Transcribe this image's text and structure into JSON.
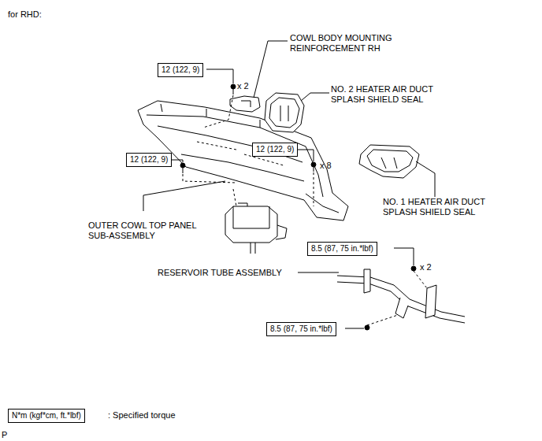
{
  "diagram": {
    "nodes": [
      {
        "text": [
          "12 (122, 9)"
        ]
      },
      {
        "text": [
          "12 (122, 9)"
        ]
      },
      {
        "text": [
          "12 (122, 9)"
        ]
      },
      {
        "text": [
          "8.5 (87, 75 in.*lbf)"
        ]
      },
      {
        "text": [
          "8.5 (87, 75 in.*lbf)"
        ]
      },
      {
        "text": [
          "N*m (kgf*cm, ft.*lbf)"
        ]
      }
    ],
    "labels": [
      "for RHD:",
      "COWL BODY MOUNTING REINFORCEMENT RH",
      "NO. 2 HEATER AIR DUCT SPLASH SHIELD SEAL",
      "NO. 1 HEATER AIR DUCT SPLASH SHIELD SEAL",
      "OUTER COWL TOP PANEL SUB-ASSEMBLY",
      "RESERVOIR TUBE ASSEMBLY",
      "x 2",
      "x 8",
      "x 2",
      ": Specified torque",
      "P"
    ]
  }
}
